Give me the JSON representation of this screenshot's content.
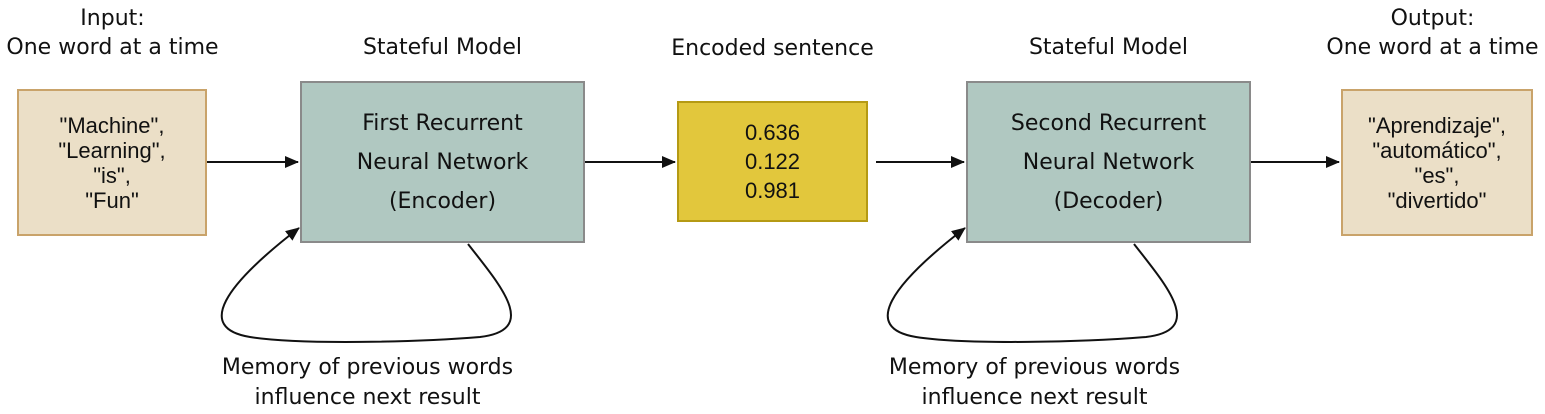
{
  "input": {
    "heading": [
      "Input:",
      "One word at a time"
    ],
    "words": [
      "\"Machine\",",
      "\"Learning\",",
      "\"is\",",
      "\"Fun\""
    ]
  },
  "encoder": {
    "heading": "Stateful Model",
    "lines": [
      "First Recurrent",
      "Neural Network",
      "(Encoder)"
    ],
    "memory_caption": [
      "Memory of previous words",
      "influence next result"
    ]
  },
  "encoded": {
    "heading": "Encoded sentence",
    "values": [
      "0.636",
      "0.122",
      "0.981"
    ]
  },
  "decoder": {
    "heading": "Stateful Model",
    "lines": [
      "Second Recurrent",
      "Neural Network",
      "(Decoder)"
    ],
    "memory_caption": [
      "Memory of previous words",
      "influence next result"
    ]
  },
  "output": {
    "heading": [
      "Output:",
      "One word at a time"
    ],
    "words": [
      "\"Aprendizaje\",",
      "\"automático\",",
      "\"es\",",
      "\"divertido\""
    ]
  },
  "colors": {
    "input_output_fill": "#ebdfc7",
    "model_fill": "#b0c8c1",
    "encoded_fill": "#e2c73c"
  }
}
